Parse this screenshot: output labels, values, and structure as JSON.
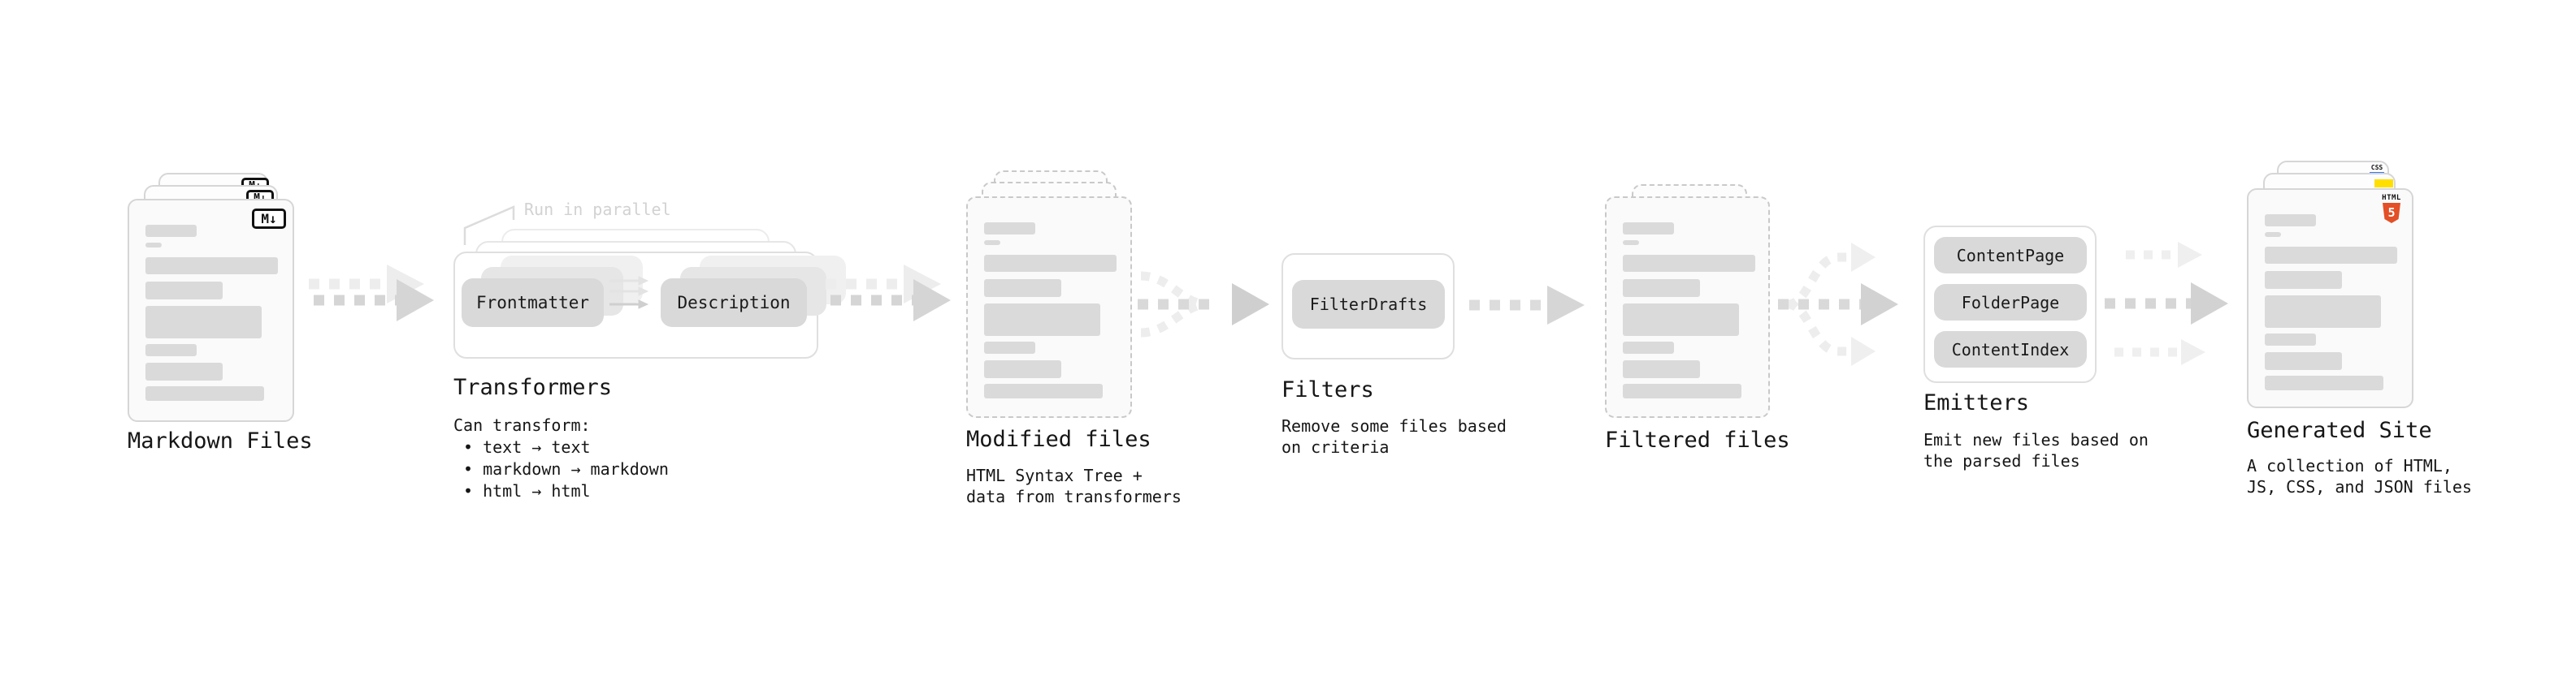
{
  "colors": {
    "html5_orange": "#e34f26",
    "js_yellow": "#ffdf00",
    "css_blue": "#3779f4",
    "box_gray": "#d9d9d9",
    "text": "#161616",
    "muted_callout": "#d2d2d2"
  },
  "stages": {
    "markdown_files": {
      "title": "Markdown Files",
      "badge": "M↓"
    },
    "transformers": {
      "title": "Transformers",
      "callout": "Run in parallel",
      "boxes": [
        "Frontmatter",
        "Description"
      ],
      "desc_heading": "Can transform:",
      "bullets": [
        "• text → text",
        "• markdown → markdown",
        "• html → html"
      ]
    },
    "modified_files": {
      "title": "Modified files",
      "description": "HTML Syntax Tree +\ndata from transformers"
    },
    "filters": {
      "title": "Filters",
      "boxes": [
        "FilterDrafts"
      ],
      "description": "Remove some files based\non criteria"
    },
    "filtered_files": {
      "title": "Filtered files"
    },
    "emitters": {
      "title": "Emitters",
      "boxes": [
        "ContentPage",
        "FolderPage",
        "ContentIndex"
      ],
      "description": "Emit new files based on\nthe parsed files"
    },
    "generated_site": {
      "title": "Generated Site",
      "description": "A collection of HTML,\nJS, CSS, and JSON files",
      "badges": {
        "css": "CSS",
        "html": "HTML",
        "five": "5"
      }
    }
  }
}
